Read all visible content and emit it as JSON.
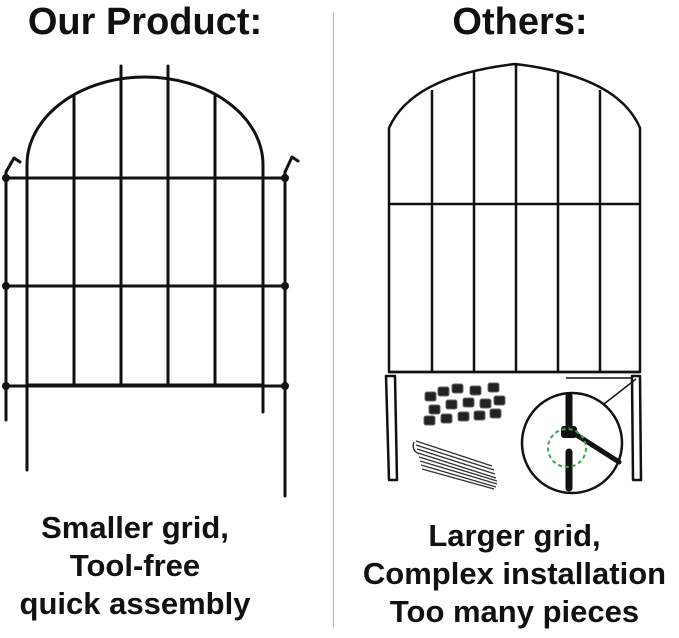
{
  "left_panel": {
    "title": "Our Product:",
    "caption_lines": [
      "Smaller grid,",
      "Tool-free",
      "quick assembly"
    ]
  },
  "right_panel": {
    "title": "Others:",
    "caption_lines": [
      "Larger grid,",
      "Complex installation",
      "Too many pieces"
    ]
  },
  "colors": {
    "fence": "#111111",
    "divider": "#b5b5b5",
    "detail_accent": "#3aa84a"
  }
}
